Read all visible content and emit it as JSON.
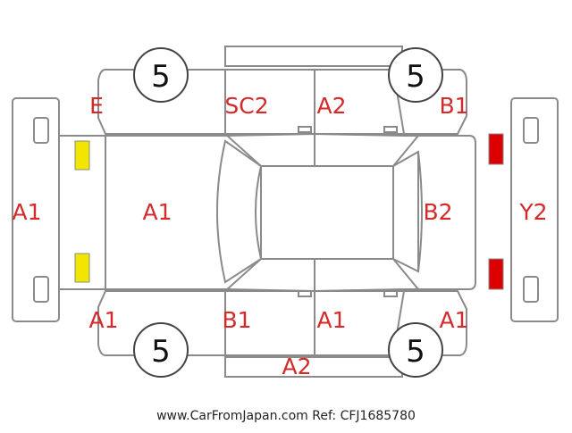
{
  "labels": {
    "front_bumper": "A1",
    "hood": "A1",
    "front_left_fender": "A1",
    "front_right_fender": "E",
    "right_front_door": "SC2",
    "right_rear_door": "A2",
    "right_rear_quarter": "B1",
    "left_front_door": "B1",
    "left_rear_door": "A1",
    "left_rear_quarter": "A1",
    "left_rocker": "A2",
    "trunk_lid": "B2",
    "rear_bumper": "Y2"
  },
  "tires": {
    "front_right": "5",
    "rear_right": "5",
    "front_left": "5",
    "rear_left": "5"
  },
  "colors": {
    "outline": "#8a8a8a",
    "label": "#d42a2a",
    "headlight": "#f2e600",
    "taillight": "#dd0000"
  },
  "footer": "www.CarFromJapan.com Ref: CFJ1685780"
}
